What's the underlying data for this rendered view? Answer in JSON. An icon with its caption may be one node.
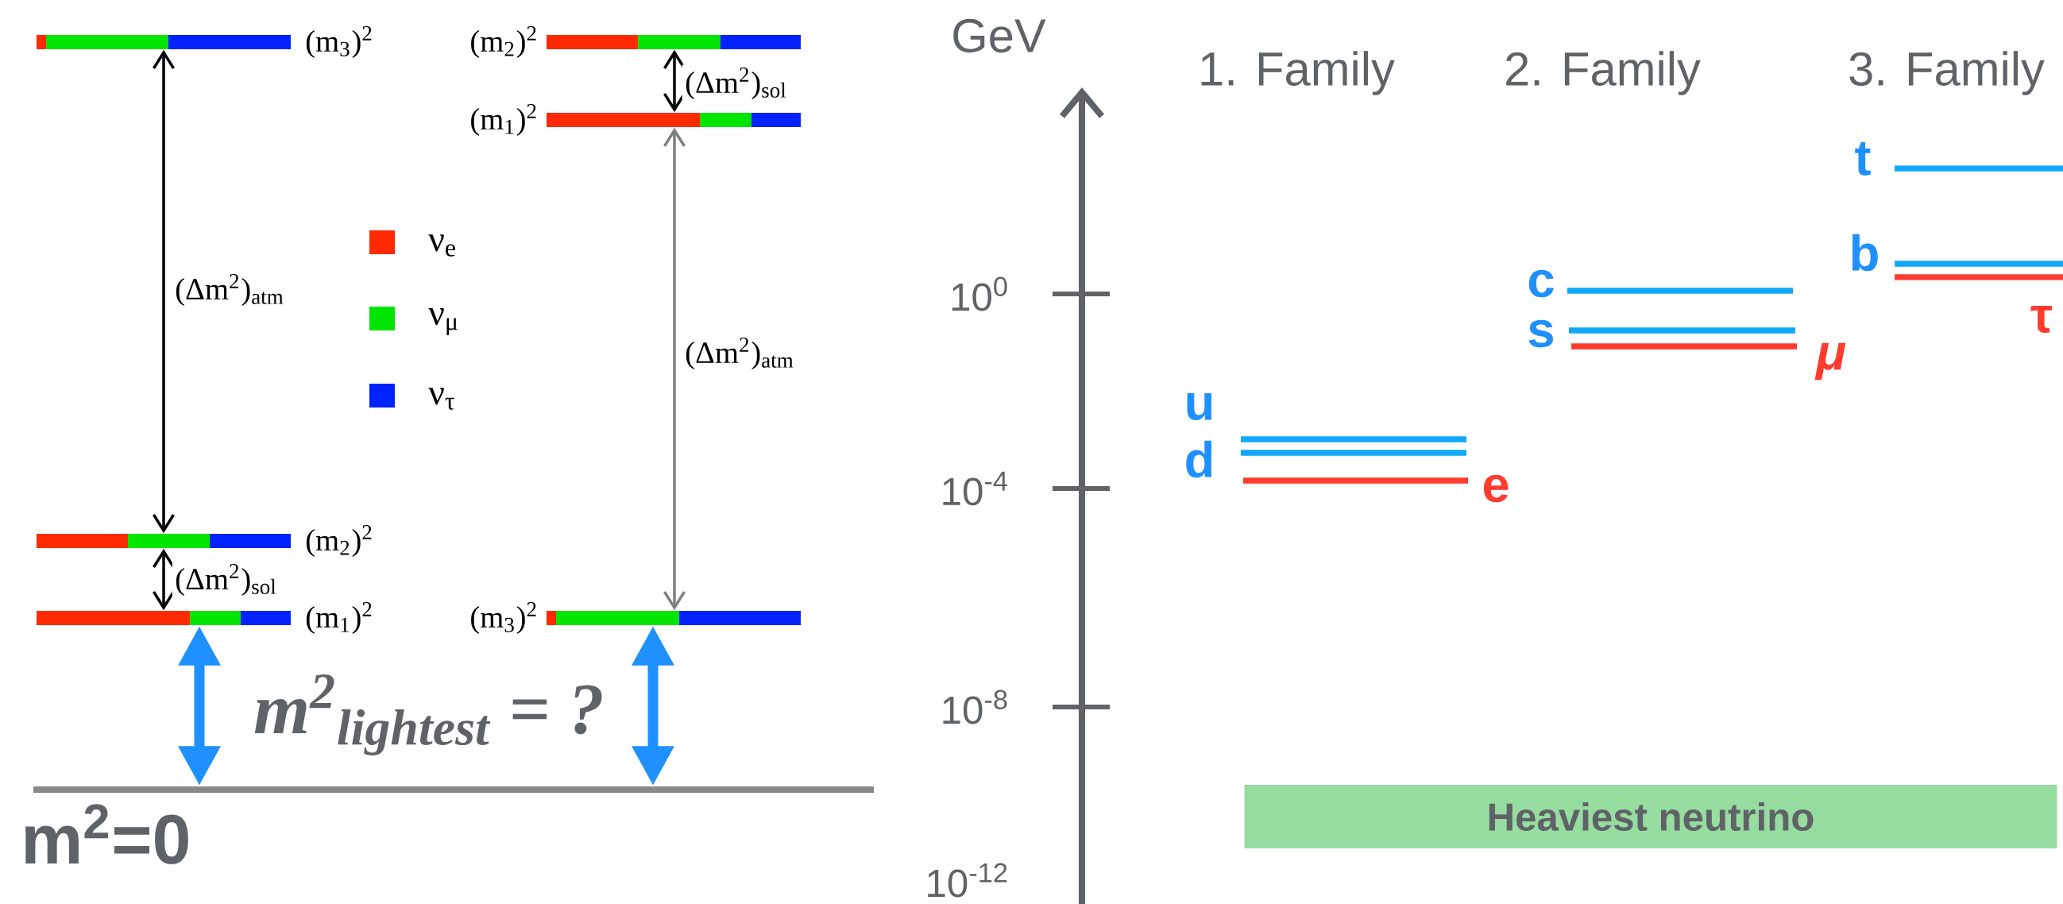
{
  "diagram": {
    "nodes": [
      {
        "text": [],
        "shape": "bar",
        "beside": [
          "(m$_{3}$)$^{2}$"
        ]
      },
      {
        "text": [],
        "shape": "bar",
        "beside": [
          "(m$_{2}$)$^{2}$"
        ]
      },
      {
        "text": [],
        "shape": "bar",
        "beside": [
          "(m$_{1}$)$^{2}$"
        ]
      },
      {
        "text": [],
        "shape": "bar",
        "beside": [
          "(m$_{2}$)$^{2}$"
        ]
      },
      {
        "text": [],
        "shape": "bar",
        "beside": [
          "(m$_{1}$)$^{2}$"
        ]
      },
      {
        "text": [],
        "shape": "bar",
        "beside": [
          "(m$_{3}$)$^{2}$"
        ]
      },
      {
        "text": [],
        "shape": "bar",
        "beside": [
          "m$^{2}$=0"
        ]
      },
      {
        "text": [
          "Heaviest neutrino"
        ]
      }
    ],
    "edges": [
      {
        "from": 0,
        "to": 1,
        "arrow": "both",
        "label": "(Δm$^{2}$)$_{atm}$"
      },
      {
        "from": 1,
        "to": 2,
        "arrow": "both",
        "label": "(Δm$^{2}$)$_{sol}$"
      },
      {
        "from": 3,
        "to": 4,
        "arrow": "both",
        "label": "(Δm$^{2}$)$_{sol}$"
      },
      {
        "from": 4,
        "to": 5,
        "arrow": "both",
        "label": "(Δm$^{2}$)$_{atm}$",
        "color": "#808080"
      },
      {
        "from": 2,
        "to": 6,
        "arrow": "both",
        "style": "thick",
        "color": "#1e90ff"
      },
      {
        "from": 5,
        "to": 6,
        "arrow": "both",
        "style": "thick",
        "color": "#1e90ff"
      }
    ],
    "labels": [
      "GeV",
      "1. Family",
      "2. Family",
      "3. Family",
      "t",
      "b",
      "10$^{0}$",
      "c",
      "s",
      "μ",
      "τ",
      "u",
      "d",
      "10$^{-4}$",
      "e",
      "m$^{2}$$_{lightest}$ = ?",
      "10$^{-8}$",
      "10$^{-12}$"
    ],
    "legend": [
      {
        "text": "ν$_{e}$",
        "color": "#ff2a00"
      },
      {
        "text": "ν$_{μ}$",
        "color": "#00e600"
      },
      {
        "text": "ν$_{τ}$",
        "color": "#0022ff"
      }
    ]
  }
}
